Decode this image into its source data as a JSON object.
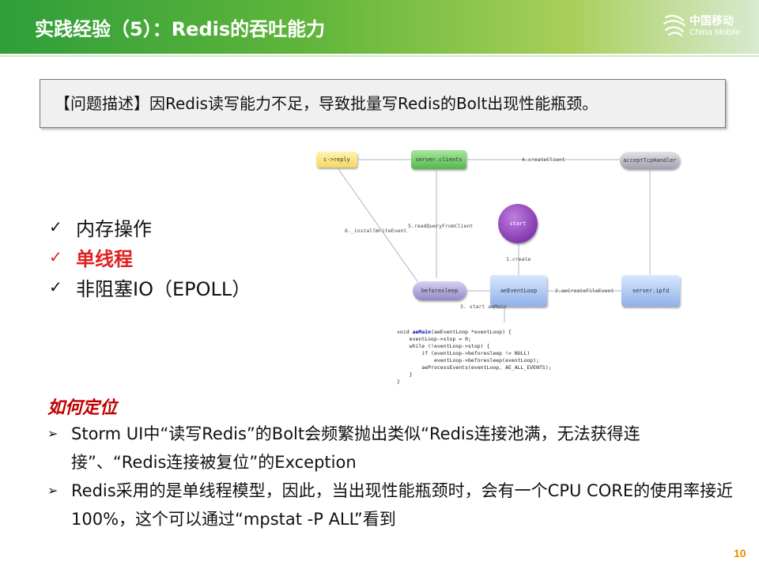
{
  "header": {
    "title": "实践经验（5）：Redis的吞吐能力",
    "logo_cn": "中国移动",
    "logo_en": "China Mobile"
  },
  "problem": "【问题描述】因Redis读写能力不足，导致批量写Redis的Bolt出现性能瓶颈。",
  "checks": [
    {
      "mark": "✓",
      "text": "内存操作"
    },
    {
      "mark": "✓",
      "text": "单线程"
    },
    {
      "mark": "✓",
      "text": "非阻塞IO（EPOLL）"
    }
  ],
  "diagram": {
    "nodes": {
      "reply": "c->reply",
      "clients": "server.clients",
      "accept": "acceptTcpHandler",
      "start": "start",
      "beforesleep": "beforesleep",
      "eventloop": "aeEventLoop",
      "ipfd": "server.ipfd"
    },
    "edges": {
      "e1": "1.create",
      "e2": "2.aeCreateFileEvent",
      "e3": "3. start aeMain",
      "e4": "4.createClient",
      "e5": "5.readQueryFromClient",
      "e6": "6._installWriteEvent"
    },
    "code": {
      "l1a": "void ",
      "l1b": "aeMain",
      "l1c": "(aeEventLoop *eventLoop) {",
      "l2": "    eventLoop->stop = 0;",
      "l3": "    while (!eventLoop->stop) {",
      "l4": "        if (eventLoop->beforesleep != NULL)",
      "l5": "            eventLoop->beforesleep(eventLoop);",
      "l6": "        aeProcessEvents(eventLoop, AE_ALL_EVENTS);",
      "l7": "    }",
      "l8": "}"
    }
  },
  "locate": {
    "heading": "如何定位",
    "bullets": [
      {
        "arrow": "➢",
        "text": "Storm UI中“读写Redis”的Bolt会频繁抛出类似“Redis连接池满，无法获得连接”、“Redis连接被复位”的Exception"
      },
      {
        "arrow": "➢",
        "text": "Redis采用的是单线程模型，因此，当出现性能瓶颈时，会有一个CPU CORE的使用率接近100%，这个可以通过“mpstat -P ALL”看到"
      }
    ]
  },
  "page_number": "10",
  "colors": {
    "accent_red": "#e02020",
    "header_green": "#2f9e3a",
    "page_number": "#f08a00"
  }
}
